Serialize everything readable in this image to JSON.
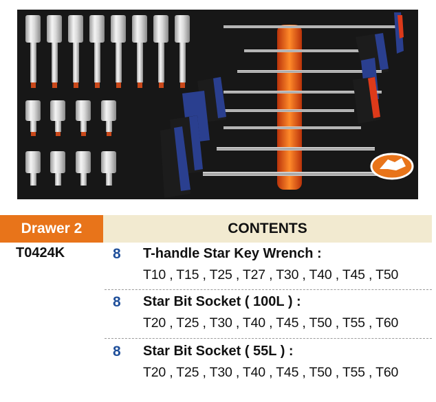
{
  "header": {
    "drawer_label": "Drawer  2",
    "contents_title": "CONTENTS"
  },
  "part_number": "T0424K",
  "items": [
    {
      "qty": "8",
      "title": "T-handle Star Key Wrench :",
      "sizes": "T10 , T15 , T25 , T27 , T30 , T40 , T45 , T50"
    },
    {
      "qty": "8",
      "title": "Star Bit Socket ( 100L ) :",
      "sizes": "T20 , T25 , T30 , T40 , T45 , T50 , T55 , T60"
    },
    {
      "qty": "8",
      "title": "Star Bit Socket ( 55L ) :",
      "sizes": "T20 , T25 , T30 , T40 , T45 , T50 , T55 , T60"
    }
  ],
  "colors": {
    "accent_orange": "#e8741a",
    "header_bg": "#f2ead0",
    "qty_blue": "#1f4f9a",
    "foam_black": "#171717",
    "handle_blue": "#2a3f8f"
  }
}
